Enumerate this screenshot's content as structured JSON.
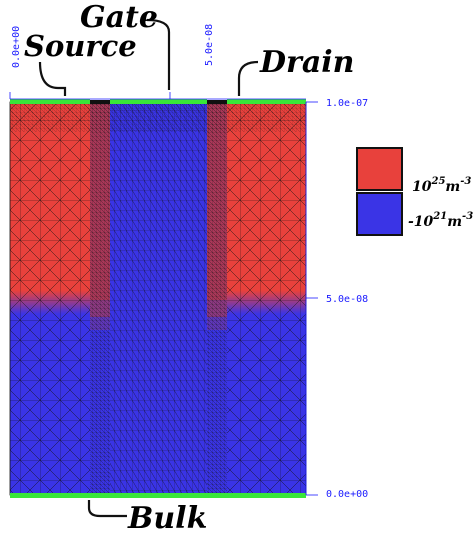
{
  "labels": {
    "gate": "Gate",
    "source": "Source",
    "drain": "Drain",
    "bulk": "Bulk"
  },
  "axis": {
    "top_ticks": [
      "0.0e+00",
      "5.0e-08"
    ],
    "right_ticks": [
      "1.0e-07",
      "5.0e-08",
      "0.0e+00"
    ]
  },
  "legend": {
    "items": [
      {
        "base": "10",
        "exp": "25",
        "unit": "m",
        "unit_exp": "-3",
        "color": "#e8413c"
      },
      {
        "base": "-10",
        "exp": "21",
        "unit": "m",
        "unit_exp": "-3",
        "color": "#3a34e6"
      }
    ]
  },
  "colors": {
    "n_doping": "#e8413c",
    "p_doping": "#3a34e6",
    "contact": "#39e639",
    "mesh_line": "#111111",
    "axis": "#1a1aff"
  }
}
